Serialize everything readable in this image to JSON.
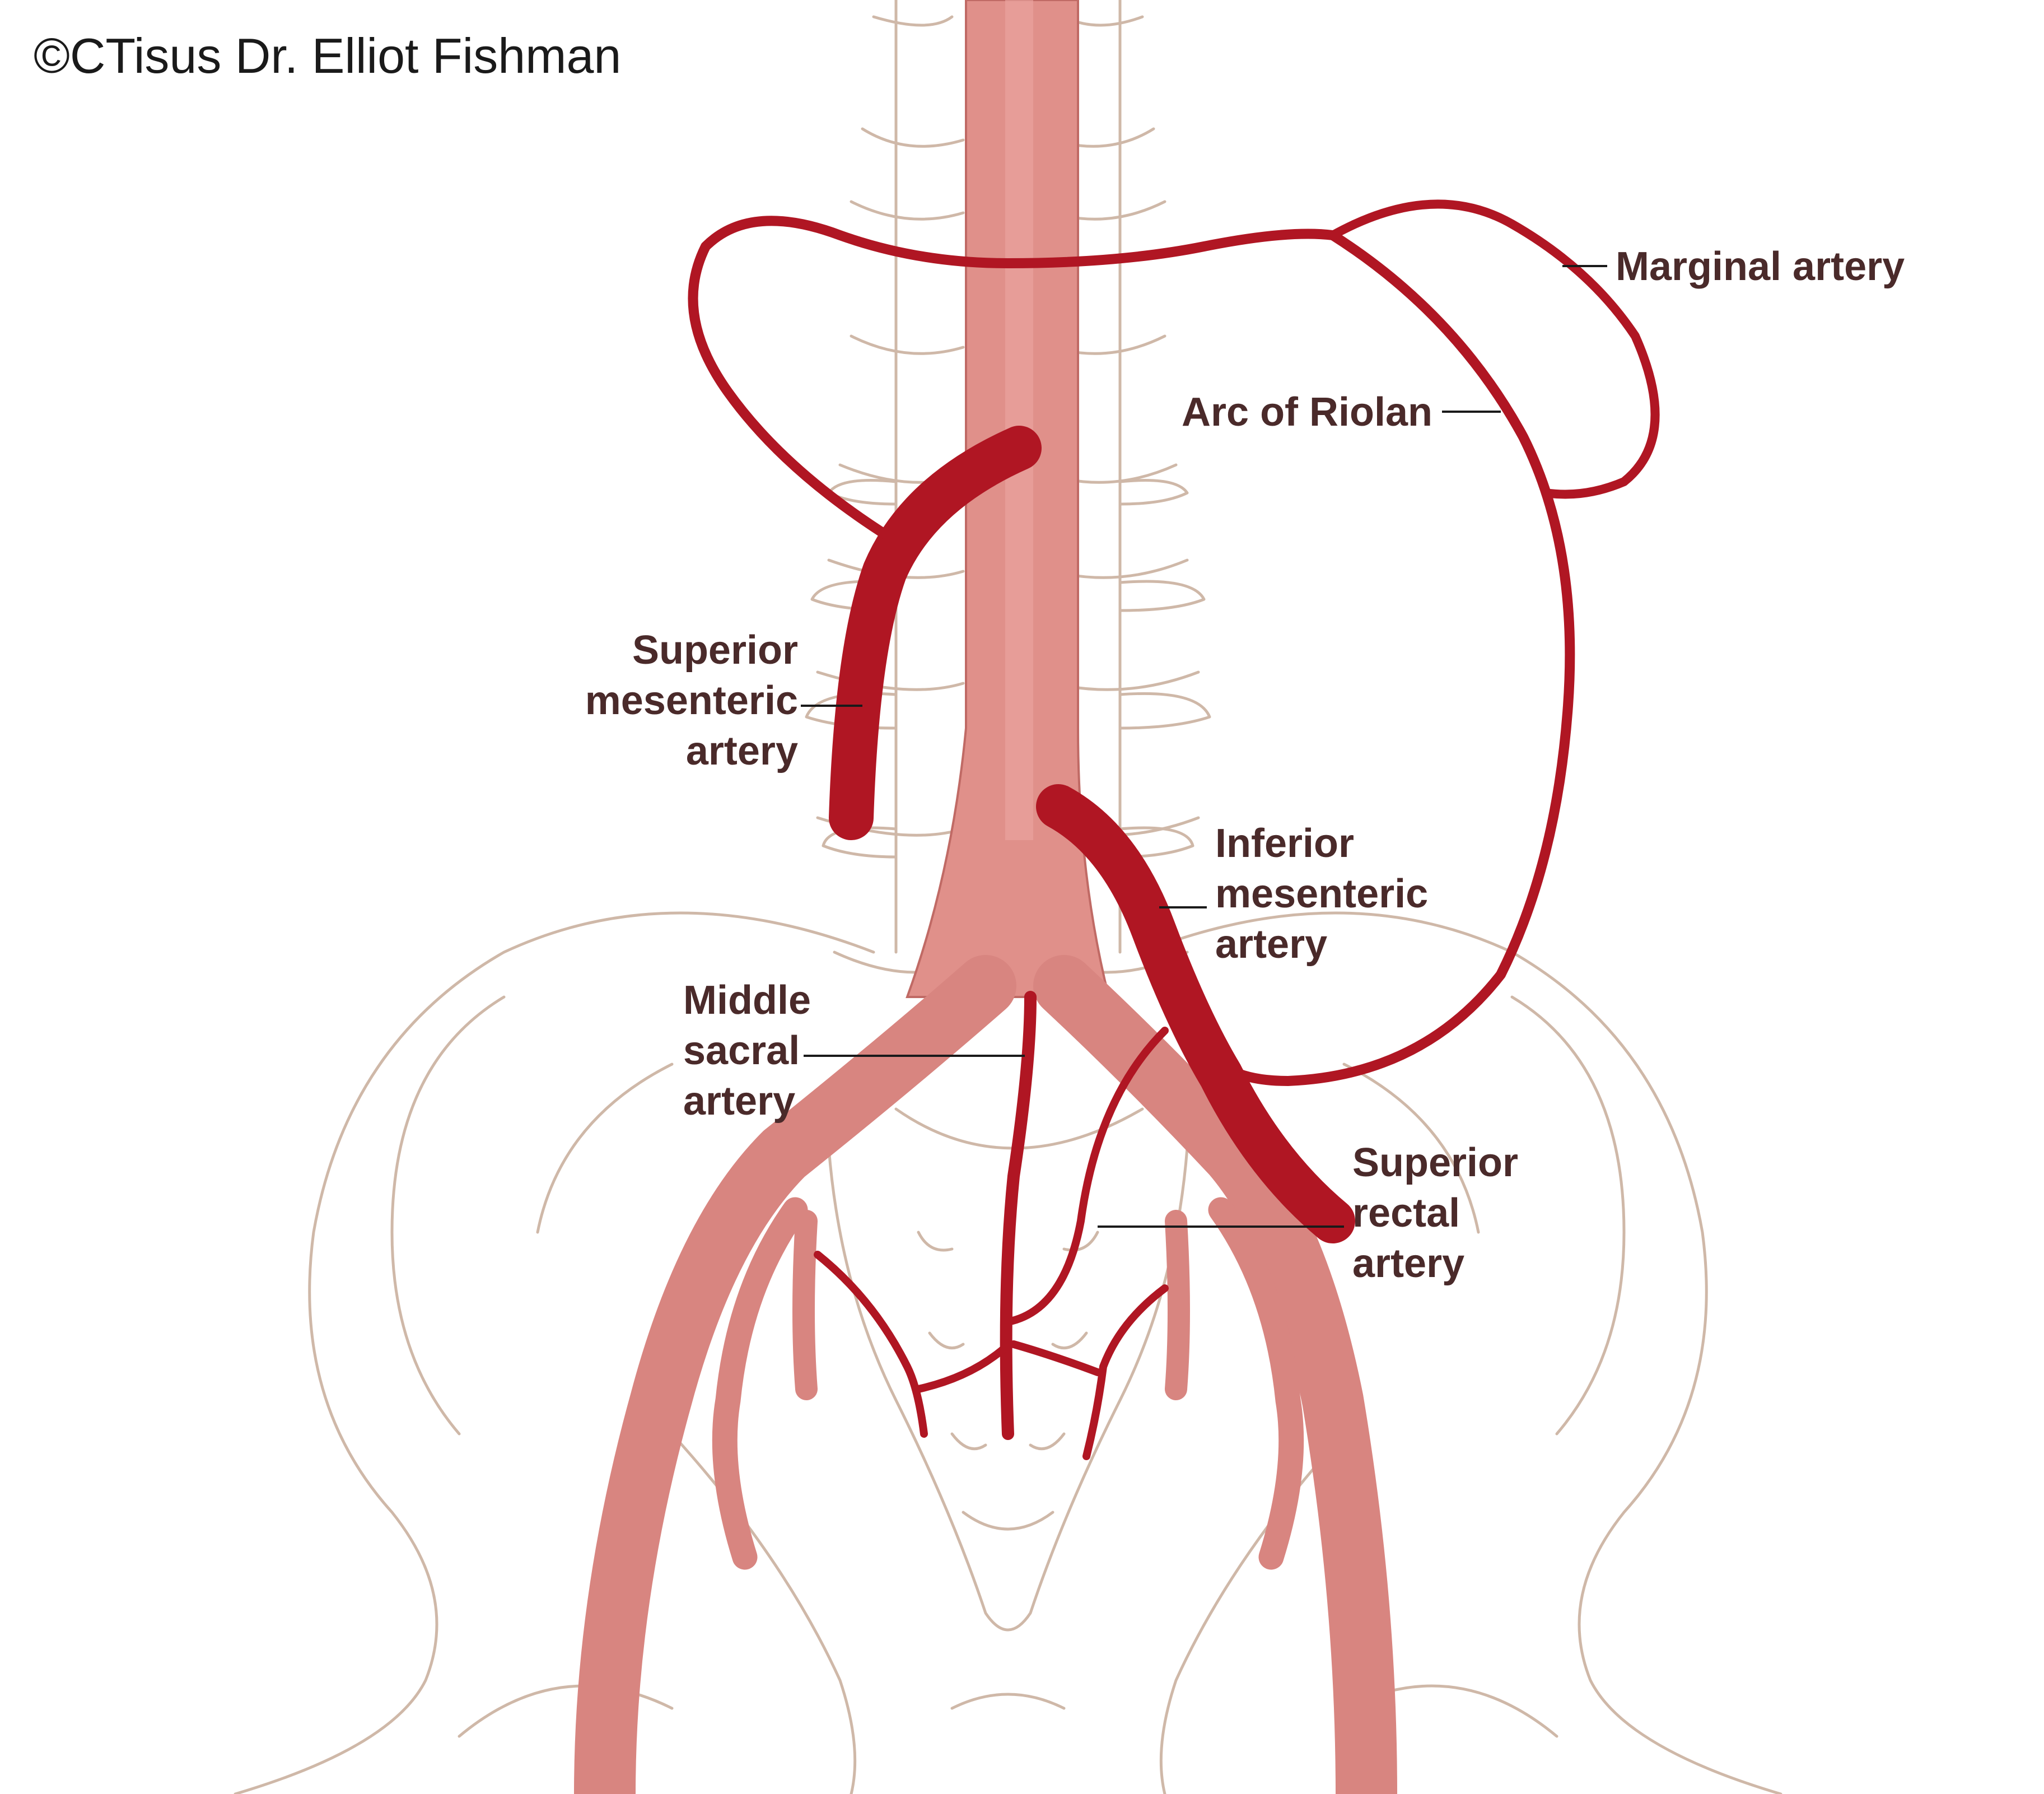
{
  "copyright": "©CTisus Dr. Elliot Fishman",
  "labels": {
    "marginal_artery": "Marginal artery",
    "arc_of_riolan": "Arc of Riolan",
    "sma_line1": "Superior",
    "sma_line2": "mesenteric",
    "sma_line3": "artery",
    "ima_line1": "Inferior",
    "ima_line2": "mesenteric",
    "ima_line3": "artery",
    "msa_line1": "Middle",
    "msa_line2": "sacral",
    "msa_line3": "artery",
    "sra_line1": "Superior",
    "sra_line2": "rectal",
    "sra_line3": "artery"
  },
  "colors": {
    "artery": "#b01623",
    "aorta": "#e0908a",
    "bone_outline": "#cfb8a8",
    "label_text": "#4a2a2a"
  }
}
